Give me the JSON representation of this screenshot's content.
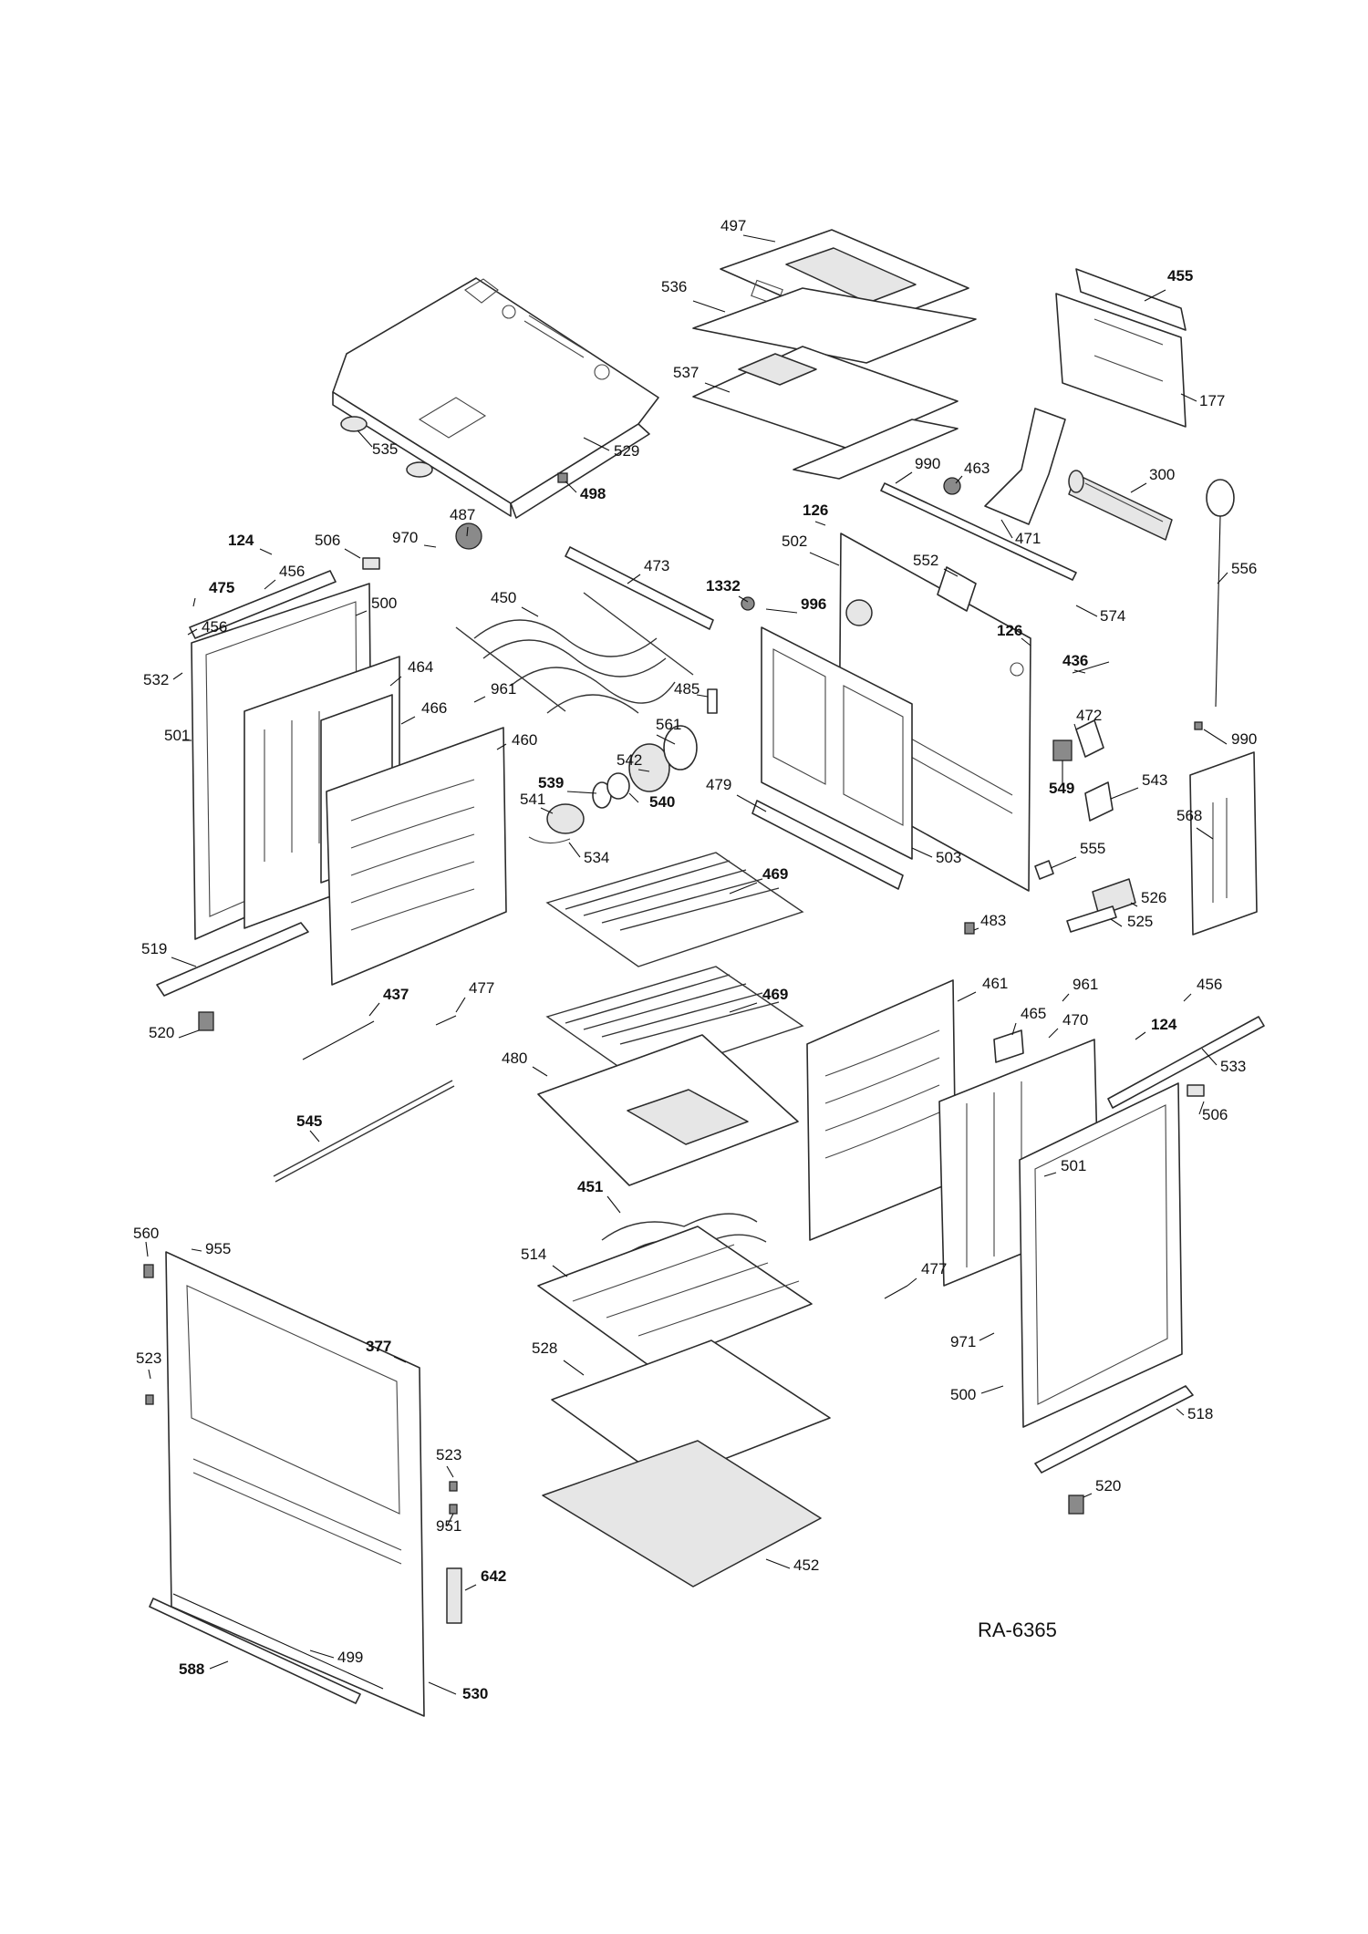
{
  "diagram_code": "RA-6365",
  "callouts": [
    {
      "label": "497",
      "bold": false
    },
    {
      "label": "536",
      "bold": false
    },
    {
      "label": "537",
      "bold": false
    },
    {
      "label": "455",
      "bold": true
    },
    {
      "label": "177",
      "bold": false
    },
    {
      "label": "535",
      "bold": false
    },
    {
      "label": "529",
      "bold": false
    },
    {
      "label": "498",
      "bold": true
    },
    {
      "label": "990",
      "bold": false
    },
    {
      "label": "463",
      "bold": false
    },
    {
      "label": "300",
      "bold": false
    },
    {
      "label": "471",
      "bold": false
    },
    {
      "label": "487",
      "bold": false
    },
    {
      "label": "970",
      "bold": false
    },
    {
      "label": "126",
      "bold": true
    },
    {
      "label": "502",
      "bold": false
    },
    {
      "label": "552",
      "bold": false
    },
    {
      "label": "124",
      "bold": true
    },
    {
      "label": "506",
      "bold": false
    },
    {
      "label": "456",
      "bold": false
    },
    {
      "label": "475",
      "bold": true
    },
    {
      "label": "473",
      "bold": false
    },
    {
      "label": "1332",
      "bold": true
    },
    {
      "label": "996",
      "bold": true
    },
    {
      "label": "574",
      "bold": false
    },
    {
      "label": "556",
      "bold": false
    },
    {
      "label": "450",
      "bold": false
    },
    {
      "label": "500",
      "bold": false
    },
    {
      "label": "456",
      "bold": false
    },
    {
      "label": "126",
      "bold": true
    },
    {
      "label": "436",
      "bold": true
    },
    {
      "label": "532",
      "bold": false
    },
    {
      "label": "464",
      "bold": false
    },
    {
      "label": "961",
      "bold": false
    },
    {
      "label": "485",
      "bold": false
    },
    {
      "label": "466",
      "bold": false
    },
    {
      "label": "472",
      "bold": false
    },
    {
      "label": "501",
      "bold": false
    },
    {
      "label": "561",
      "bold": false
    },
    {
      "label": "990",
      "bold": false
    },
    {
      "label": "460",
      "bold": false
    },
    {
      "label": "542",
      "bold": false
    },
    {
      "label": "539",
      "bold": true
    },
    {
      "label": "479",
      "bold": false
    },
    {
      "label": "549",
      "bold": true
    },
    {
      "label": "543",
      "bold": false
    },
    {
      "label": "568",
      "bold": false
    },
    {
      "label": "540",
      "bold": true
    },
    {
      "label": "541",
      "bold": false
    },
    {
      "label": "534",
      "bold": false
    },
    {
      "label": "503",
      "bold": false
    },
    {
      "label": "555",
      "bold": false
    },
    {
      "label": "469",
      "bold": true
    },
    {
      "label": "526",
      "bold": false
    },
    {
      "label": "525",
      "bold": false
    },
    {
      "label": "483",
      "bold": false
    },
    {
      "label": "519",
      "bold": false
    },
    {
      "label": "437",
      "bold": true
    },
    {
      "label": "477",
      "bold": false
    },
    {
      "label": "469",
      "bold": true
    },
    {
      "label": "461",
      "bold": false
    },
    {
      "label": "961",
      "bold": false
    },
    {
      "label": "456",
      "bold": false
    },
    {
      "label": "465",
      "bold": false
    },
    {
      "label": "470",
      "bold": false
    },
    {
      "label": "124",
      "bold": true
    },
    {
      "label": "520",
      "bold": false
    },
    {
      "label": "480",
      "bold": false
    },
    {
      "label": "533",
      "bold": false
    },
    {
      "label": "506",
      "bold": false
    },
    {
      "label": "545",
      "bold": true
    },
    {
      "label": "501",
      "bold": false
    },
    {
      "label": "451",
      "bold": true
    },
    {
      "label": "560",
      "bold": false
    },
    {
      "label": "955",
      "bold": false
    },
    {
      "label": "514",
      "bold": false
    },
    {
      "label": "477",
      "bold": false
    },
    {
      "label": "377",
      "bold": true
    },
    {
      "label": "971",
      "bold": false
    },
    {
      "label": "523",
      "bold": false
    },
    {
      "label": "528",
      "bold": false
    },
    {
      "label": "500",
      "bold": false
    },
    {
      "label": "518",
      "bold": false
    },
    {
      "label": "523",
      "bold": false
    },
    {
      "label": "520",
      "bold": false
    },
    {
      "label": "951",
      "bold": false
    },
    {
      "label": "452",
      "bold": false
    },
    {
      "label": "642",
      "bold": true
    },
    {
      "label": "499",
      "bold": false
    },
    {
      "label": "588",
      "bold": true
    },
    {
      "label": "530",
      "bold": true
    }
  ]
}
